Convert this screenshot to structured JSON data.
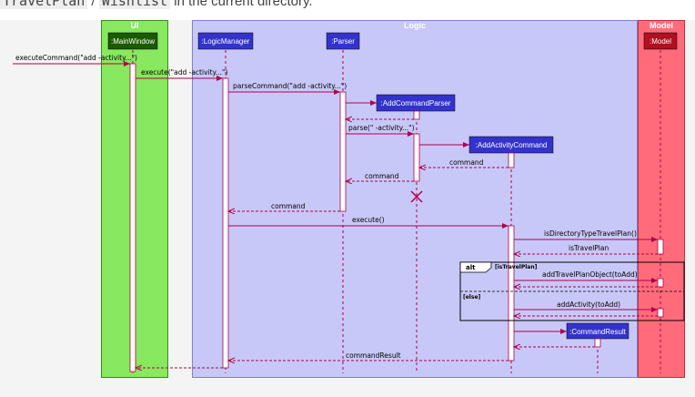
{
  "header_text": {
    "code1": "TravelPlan",
    "sep": " / ",
    "code2": "Wishlist",
    "rest": " in the current directory."
  },
  "lanes": [
    {
      "id": "ui",
      "title": "UI",
      "color": "#88e85f",
      "border": "#3a8a1a"
    },
    {
      "id": "logic",
      "title": "Logic",
      "color": "#c8c8f8",
      "border": "#8080c8"
    },
    {
      "id": "model",
      "title": "Model",
      "color": "#ff6b7a",
      "border": "#c0303f"
    }
  ],
  "participants": [
    {
      "id": "mainwindow",
      "label": ":MainWindow",
      "fill": "#1a5a00",
      "text": "#ffffff"
    },
    {
      "id": "logicmanager",
      "label": ":LogicManager",
      "fill": "#3333cc",
      "text": "#ffffff"
    },
    {
      "id": "parser",
      "label": ":Parser",
      "fill": "#3333cc",
      "text": "#ffffff"
    },
    {
      "id": "addcommandparser",
      "label": ":AddCommandParser",
      "fill": "#3333cc",
      "text": "#ffffff"
    },
    {
      "id": "addactivitycommand",
      "label": ":AddActivityCommand",
      "fill": "#3333cc",
      "text": "#ffffff"
    },
    {
      "id": "model",
      "label": ":Model",
      "fill": "#b01020",
      "text": "#ffffff"
    },
    {
      "id": "commandresult",
      "label": ":CommandResult",
      "fill": "#3333cc",
      "text": "#ffffff"
    }
  ],
  "messages": [
    {
      "label": "executeCommand(\"add -activity...\")"
    },
    {
      "label": "execute(\"add -activity...\")"
    },
    {
      "label": "parseCommand(\"add -activity...\")"
    },
    {
      "label": ""
    },
    {
      "label": ""
    },
    {
      "label": "parse(\" -activity...\")"
    },
    {
      "label": ""
    },
    {
      "label": "command"
    },
    {
      "label": "command"
    },
    {
      "label": "command"
    },
    {
      "label": "execute()"
    },
    {
      "label": "isDirectoryTypeTravelPlan()"
    },
    {
      "label": "isTravelPlan"
    },
    {
      "label": "addTravelPlanObject(toAdd)"
    },
    {
      "label": ""
    },
    {
      "label": "addActivity(toAdd)"
    },
    {
      "label": ""
    },
    {
      "label": ""
    },
    {
      "label": ""
    },
    {
      "label": "commandResult"
    },
    {
      "label": ""
    }
  ],
  "alt_fragment": {
    "keyword": "alt",
    "guard1": "[isTravelPlan]",
    "guard2": "[else]"
  },
  "colors": {
    "arrow": "#b0004a",
    "lifeline": "#b0004a",
    "activation_fill": "#ffffff",
    "activation_stroke": "#b0004a"
  }
}
